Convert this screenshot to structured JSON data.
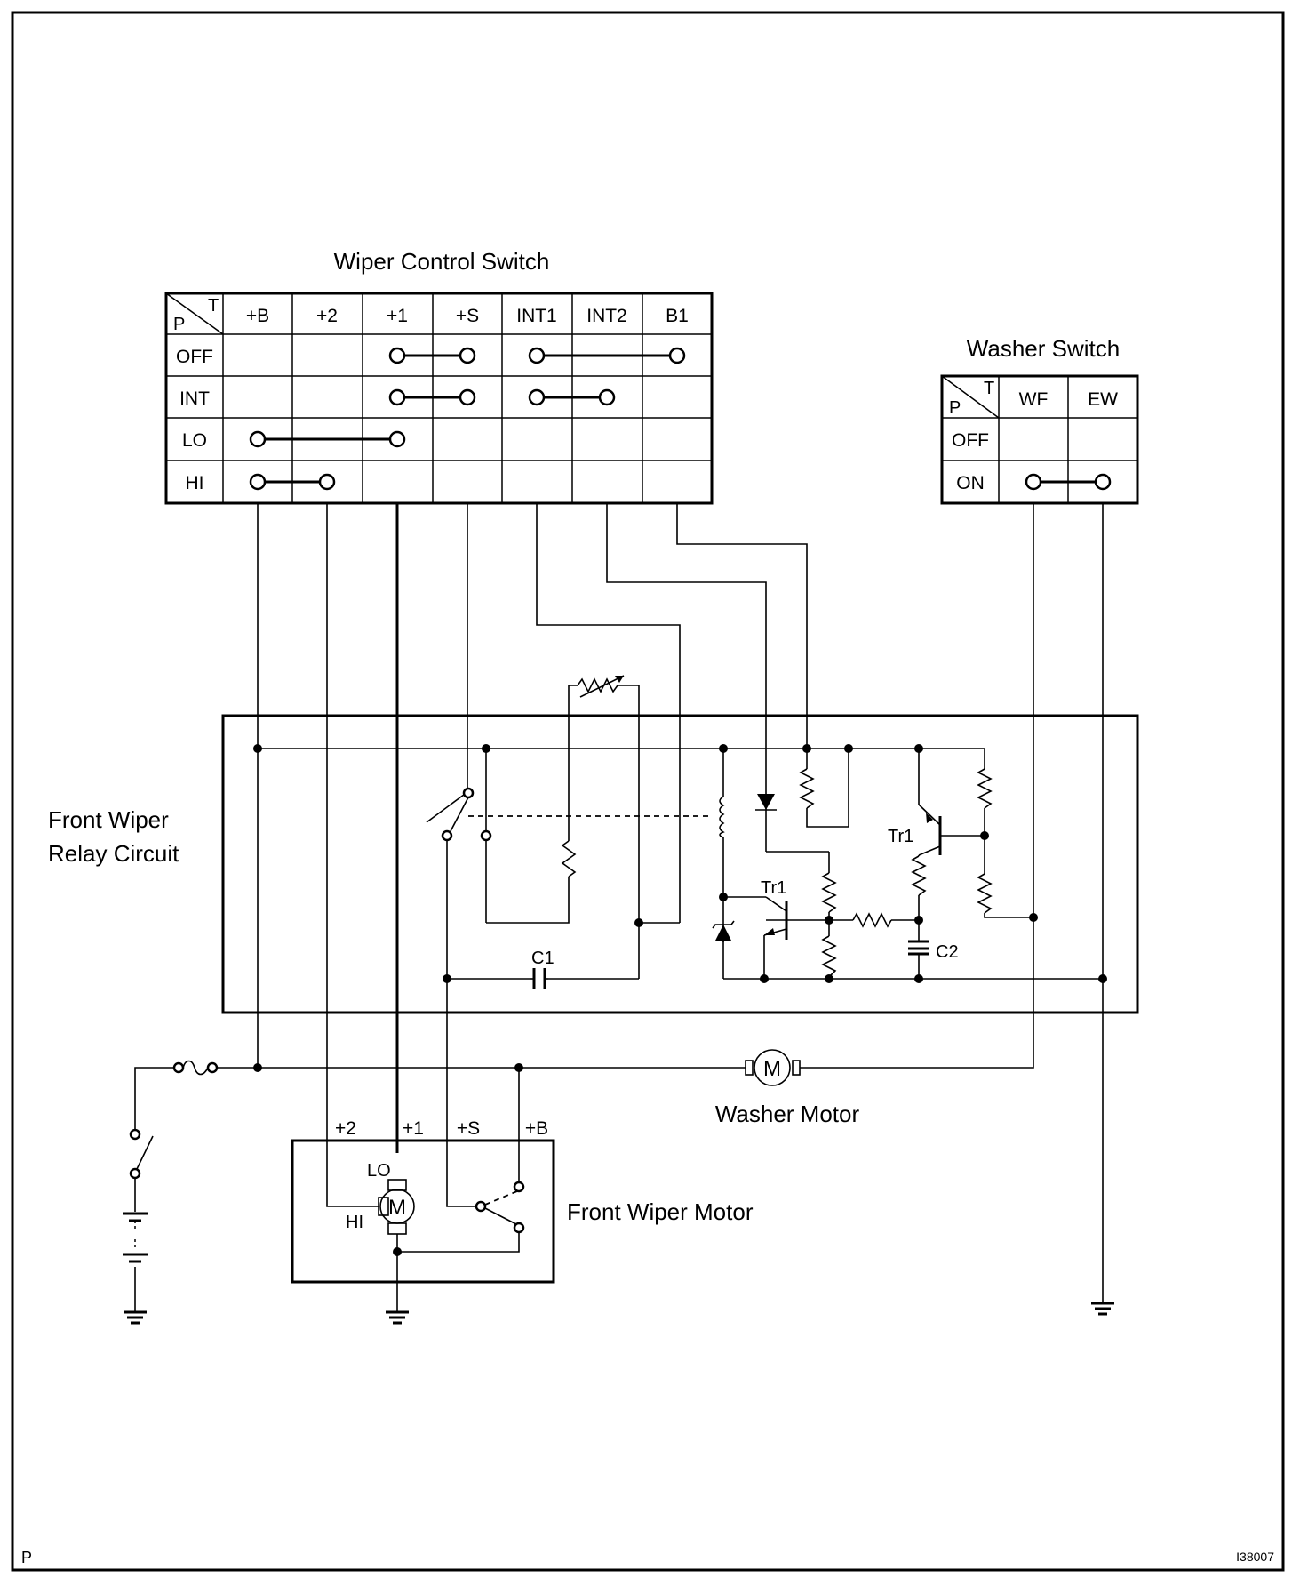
{
  "wiper_switch": {
    "title": "Wiper Control Switch",
    "corner_t": "T",
    "corner_p": "P",
    "terminals": [
      "+B",
      "+2",
      "+1",
      "+S",
      "INT1",
      "INT2",
      "B1"
    ],
    "positions": [
      "OFF",
      "INT",
      "LO",
      "HI"
    ],
    "connections": [
      {
        "position": "OFF",
        "from": "+1",
        "to": "+S"
      },
      {
        "position": "OFF",
        "from": "INT1",
        "to": "B1"
      },
      {
        "position": "INT",
        "from": "+1",
        "to": "+S"
      },
      {
        "position": "INT",
        "from": "INT1",
        "to": "INT2"
      },
      {
        "position": "LO",
        "from": "+B",
        "to": "+1"
      },
      {
        "position": "HI",
        "from": "+B",
        "to": "+2"
      }
    ]
  },
  "washer_switch": {
    "title": "Washer Switch",
    "corner_t": "T",
    "corner_p": "P",
    "terminals": [
      "WF",
      "EW"
    ],
    "positions": [
      "OFF",
      "ON"
    ],
    "connections": [
      {
        "position": "ON",
        "from": "WF",
        "to": "EW"
      }
    ]
  },
  "relay": {
    "label_line1": "Front Wiper",
    "label_line2": "Relay Circuit",
    "c1": "C1",
    "c2": "C2",
    "tr1_a": "Tr1",
    "tr1_b": "Tr1"
  },
  "washer_motor": {
    "label": "Washer Motor",
    "symbol": "M"
  },
  "wiper_motor": {
    "label": "Front Wiper Motor",
    "symbol": "M",
    "lo": "LO",
    "hi": "HI",
    "terminals": [
      "+2",
      "+1",
      "+S",
      "+B"
    ]
  },
  "footer": {
    "left": "P",
    "right": "I38007"
  }
}
